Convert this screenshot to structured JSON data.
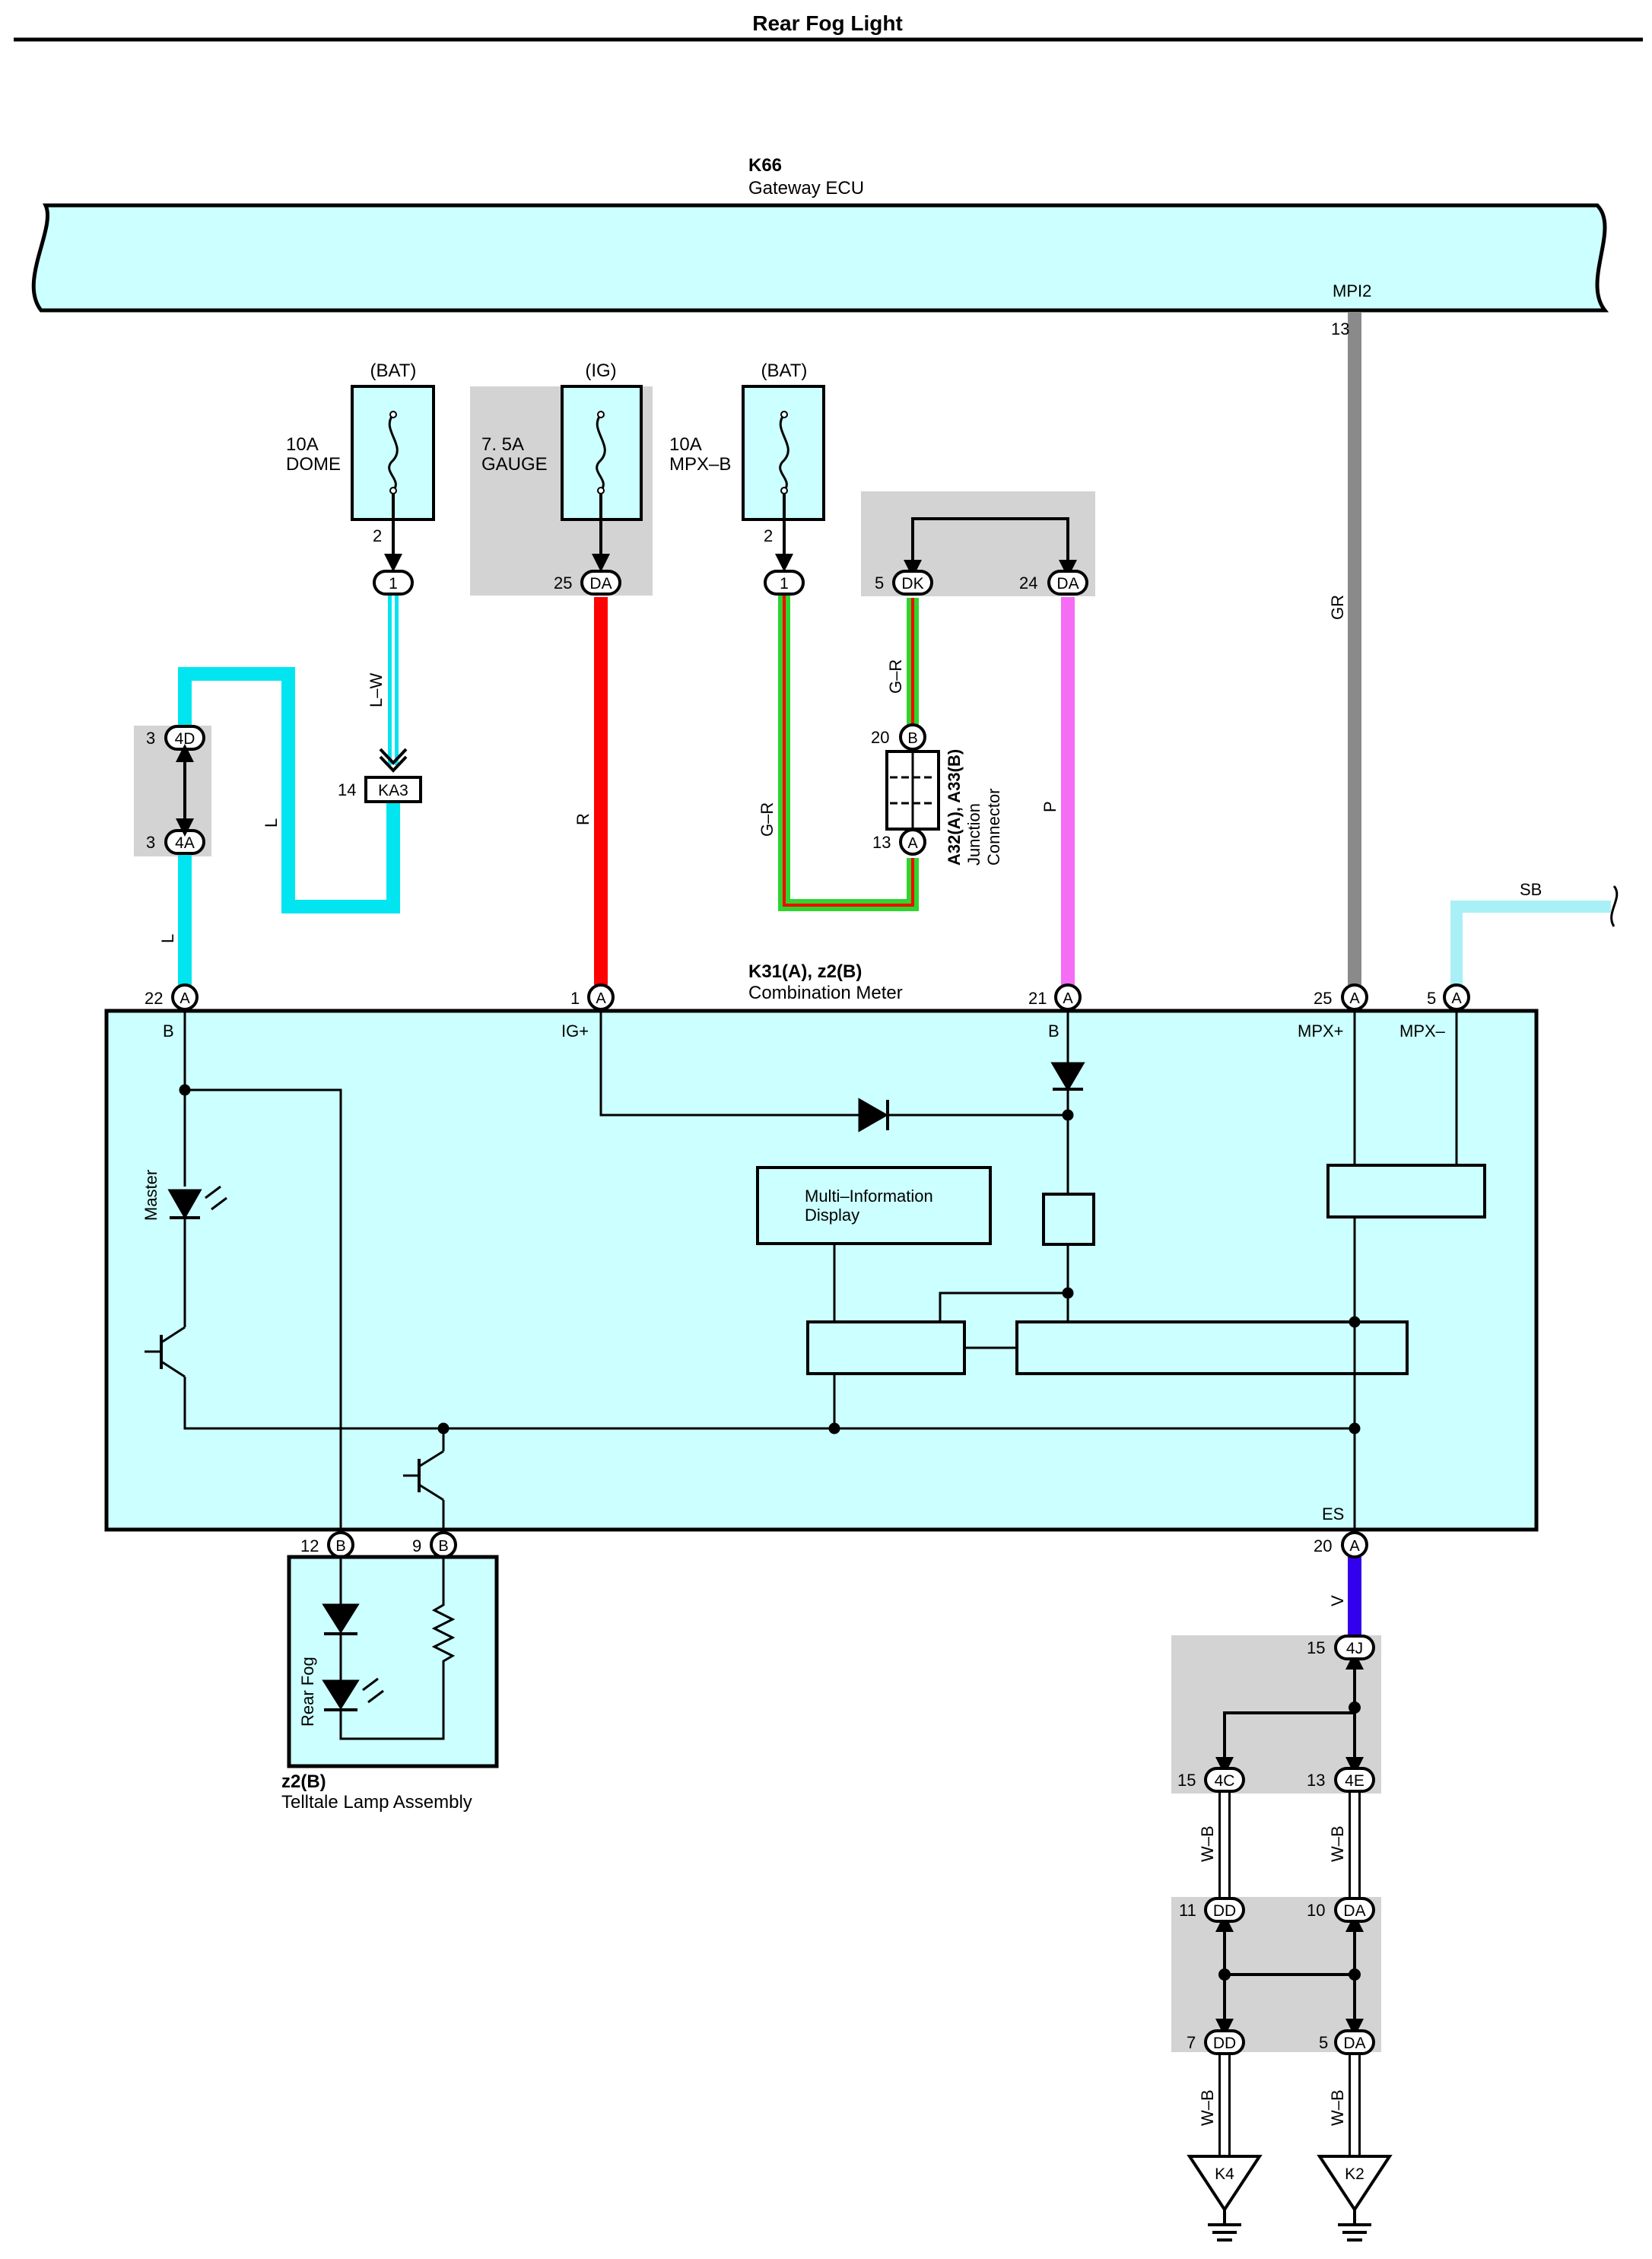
{
  "page_title": "Rear Fog Light",
  "gateway": {
    "code": "K66",
    "name": "Gateway ECU",
    "pin_name": "MPI2",
    "pin_no": "13"
  },
  "fuses": [
    {
      "source": "(BAT)",
      "rating": "10A",
      "name": "DOME"
    },
    {
      "source": "(IG)",
      "rating": "7. 5A",
      "name": "GAUGE"
    },
    {
      "source": "(BAT)",
      "rating": "10A",
      "name": "MPX–B"
    }
  ],
  "pins": {
    "dome_pin": "2",
    "dome_conn": "1",
    "gauge_pin": "25",
    "gauge_conn": "DA",
    "mpxb_pin": "2",
    "mpxb_conn": "1",
    "jc_pin5": "5",
    "jc_conn_dk": "DK",
    "jc_pin24": "24",
    "jc_conn_da": "DA",
    "ka3_pin": "14",
    "ka3_conn": "KA3",
    "jc_4d_pin": "3",
    "jc_4d": "4D",
    "jc_4a_pin": "3",
    "jc_4a": "4A",
    "a33_pin": "20",
    "a33_conn": "B",
    "a32_pin": "13",
    "a32_conn": "A",
    "m22": "22",
    "m1": "1",
    "m21": "21",
    "m25": "25",
    "m5": "5",
    "m20": "20",
    "m_conn": "A",
    "t12": "12",
    "t9": "9",
    "t_conn": "B",
    "g_4j_pin": "15",
    "g_4j": "4J",
    "g_4c_pin": "15",
    "g_4c": "4C",
    "g_4e_pin": "13",
    "g_4e": "4E",
    "g_dd11_pin": "11",
    "g_dd11": "DD",
    "g_da10_pin": "10",
    "g_da10": "DA",
    "g_dd7_pin": "7",
    "g_dd7": "DD",
    "g_da5_pin": "5",
    "g_da5": "DA"
  },
  "wire_colors": {
    "lw": "L–W",
    "l1": "L",
    "l2": "L",
    "r": "R",
    "gr1": "G–R",
    "gr2": "G–R",
    "p": "P",
    "gr": "GR",
    "sb": "SB",
    "v": "V",
    "wb1": "W–B",
    "wb2": "W–B",
    "wb3": "W–B",
    "wb4": "W–B"
  },
  "junction_connector": {
    "code": "A32(A), A33(B)",
    "line1": "Junction",
    "line2": "Connector"
  },
  "meter": {
    "code": "K31(A), z2(B)",
    "name": "Combination Meter",
    "term_b1": "B",
    "term_ig": "IG+",
    "term_b2": "B",
    "term_mpxp": "MPX+",
    "term_mpxm": "MPX–",
    "term_es": "ES",
    "master_label": "Master",
    "mid_line1": "Multi–Information",
    "mid_line2": "Display"
  },
  "telltale": {
    "code": "z2(B)",
    "name": "Telltale Lamp Assembly",
    "lamp_label": "Rear Fog"
  },
  "grounds": [
    "K4",
    "K2"
  ],
  "colors": {
    "L": "#00e5f0",
    "L_light": "#99f2f7",
    "R": "#ff0000",
    "G": "#2fd42f",
    "P": "#f56cf5",
    "GR": "#8a8a8a",
    "SB": "#a8f0f5",
    "V": "#3300ee",
    "W": "#ffffff",
    "component_fill": "#ccffff",
    "shade": "#d3d3d3"
  }
}
